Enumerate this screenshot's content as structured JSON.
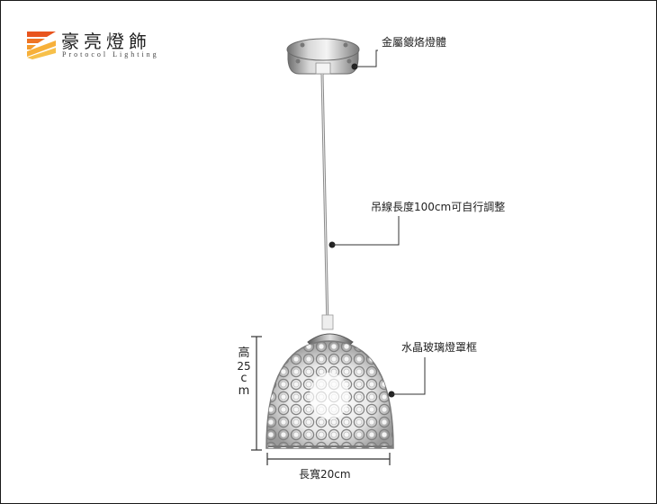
{
  "brand": {
    "name": "豪亮燈飾",
    "subtitle": "Protocol Lighting",
    "logo_colors": [
      "#e8541e",
      "#f39a2b",
      "#f7c04a"
    ]
  },
  "callouts": {
    "canopy": "金屬鍍烙燈體",
    "cord": "吊線長度100cm可自行調整",
    "shade": "水晶玻璃燈罩框"
  },
  "dimensions": {
    "height_label": [
      "高",
      "25",
      "c",
      "m"
    ],
    "width_label": "長寬20cm"
  },
  "colors": {
    "frame": "#1a1a1a",
    "leader": "#333333",
    "chrome": "#9a9a9a"
  }
}
